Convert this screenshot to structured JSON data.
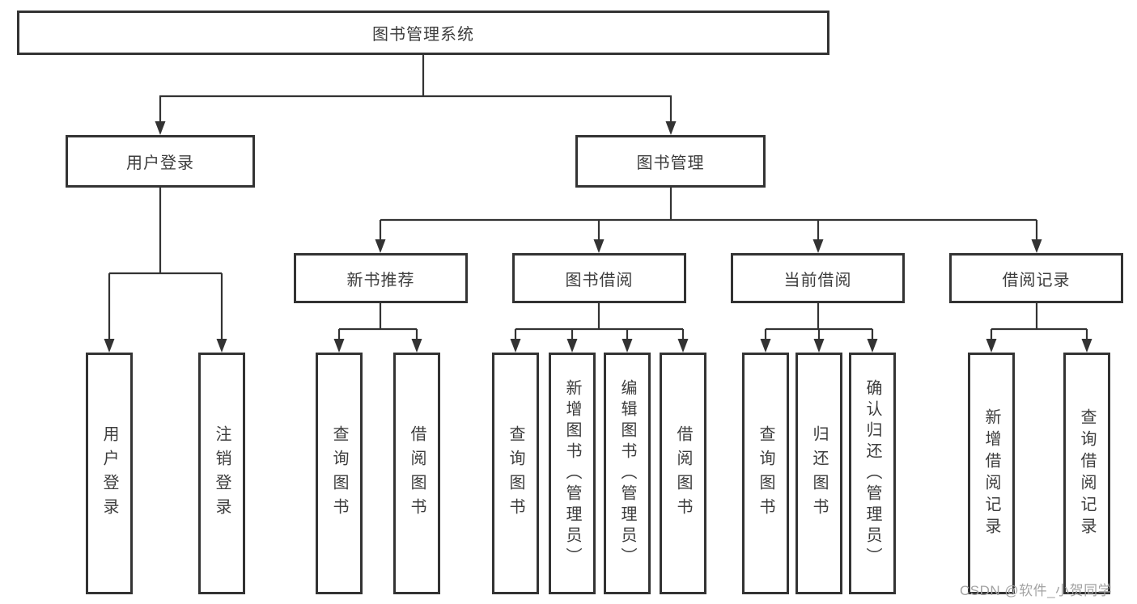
{
  "colors": {
    "box_border": "#333333",
    "connector": "#333333",
    "text": "#3d3d3d",
    "watermark": "#a3a3a3",
    "background": "#ffffff"
  },
  "tree": {
    "root": {
      "label": "图书管理系统"
    },
    "branches": [
      {
        "label": "用户登录",
        "children": [
          {
            "label": "用户登录"
          },
          {
            "label": "注销登录"
          }
        ]
      },
      {
        "label": "图书管理",
        "children": [
          {
            "label": "新书推荐",
            "children": [
              {
                "label": "查询图书"
              },
              {
                "label": "借阅图书"
              }
            ]
          },
          {
            "label": "图书借阅",
            "children": [
              {
                "label": "查询图书"
              },
              {
                "label": "新增图书（管理员）"
              },
              {
                "label": "编辑图书（管理员）"
              },
              {
                "label": "借阅图书"
              }
            ]
          },
          {
            "label": "当前借阅",
            "children": [
              {
                "label": "查询图书"
              },
              {
                "label": "归还图书"
              },
              {
                "label": "确认归还（管理员）"
              }
            ]
          },
          {
            "label": "借阅记录",
            "children": [
              {
                "label": "新增借阅记录"
              },
              {
                "label": "查询借阅记录"
              }
            ]
          }
        ]
      }
    ]
  },
  "watermark": {
    "text": "CSDN @软件_小贺同学"
  }
}
